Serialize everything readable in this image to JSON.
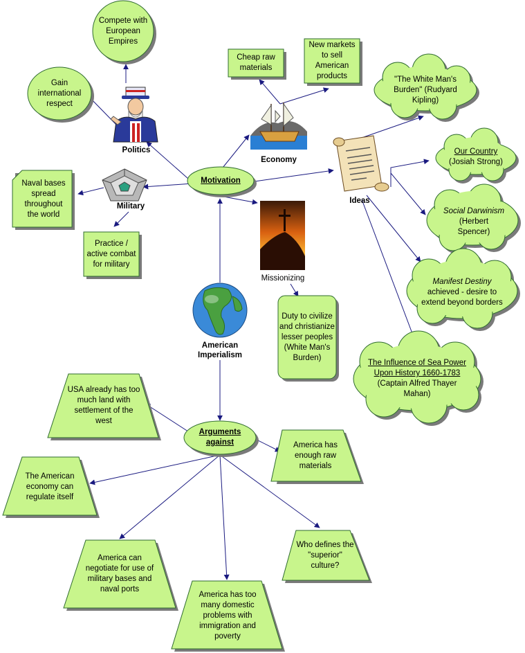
{
  "nodes": {
    "compete": "Compete with European Empires",
    "gain": "Gain international respect",
    "cheap_raw": "Cheap raw materials",
    "new_markets": "New markets to sell American products",
    "white_mans_burden": "\"The White Man's Burden\" (Rudyard Kipling)",
    "our_country_title": "Our Country",
    "our_country_author": "(Josiah Strong)",
    "social_darwinism_title": "Social Darwinism",
    "social_darwinism_author": "(Herbert Spencer)",
    "manifest_destiny_title": "Manifest Destiny",
    "manifest_destiny_desc": "achieved - desire to extend beyond borders",
    "sea_power_title": "The Influence of Sea Power Upon History 1660-1783",
    "sea_power_author": "(Captain Alfred Thayer Mahan)",
    "naval_bases": "Naval bases spread throughout the world",
    "practice": "Practice / active combat for military",
    "duty": "Duty to civilize and christianize lesser peoples (White Man's Burden)",
    "too_much_land": "USA already has too much land with settlement of the west",
    "enough_raw": "America has enough raw materials",
    "economy_regulate": "The American economy can regulate itself",
    "negotiate": "America can negotiate for use of military bases and naval ports",
    "domestic": "America has too many domestic problems with immigration and poverty",
    "superior": "Who defines the \"superior\" culture?"
  },
  "hubs": {
    "motivation": "Motivation",
    "arguments": "Arguments against"
  },
  "labels": {
    "politics": "Politics",
    "economy": "Economy",
    "ideas": "Ideas",
    "military": "Military",
    "missionizing": "Missionizing",
    "american_imperialism": "American Imperialism"
  },
  "icons": {
    "politics": "uncle-sam-icon",
    "economy": "sailing-ship-icon",
    "ideas": "scroll-icon",
    "military": "pentagon-icon",
    "missionizing": "cross-sunset-icon",
    "american_imperialism": "globe-icon"
  },
  "colors": {
    "node_fill": "#c8f58c",
    "node_stroke": "#2f6b2f",
    "shadow": "#7a7a7a",
    "connector": "#1a1a80"
  }
}
